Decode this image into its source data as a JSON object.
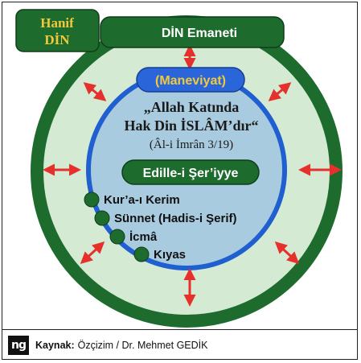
{
  "labels": {
    "hanif_line1": "Hanif",
    "hanif_line2": "DİN",
    "emanet": "DİN Emaneti",
    "maneviyat": "(Maneviyat)",
    "quote_line1": "„Allah Katında",
    "quote_line2": "Hak Din İSLÂM’dır“",
    "reference": "(Âl-i İmrân 3/19)",
    "edille": "Edille-i Şer’iyye"
  },
  "sources": [
    "Kur’a-ı Kerim",
    "Sünnet (Hadis-i Şerif)",
    "İcmâ",
    "Kıyas"
  ],
  "footer": {
    "logo": "ng",
    "source_label": "Kaynak:",
    "source_text": "Özçizim / Dr. Mehmet GEDİK"
  },
  "colors": {
    "outer_ring": "#1e6b2e",
    "outer_fill": "#d4ead3",
    "inner_ring": "#1f5fcf",
    "inner_fill": "#a9cbe0",
    "dark_green": "#1e6b2e",
    "pill_blue": "#2a66d9",
    "arrow": "#e5302b"
  }
}
